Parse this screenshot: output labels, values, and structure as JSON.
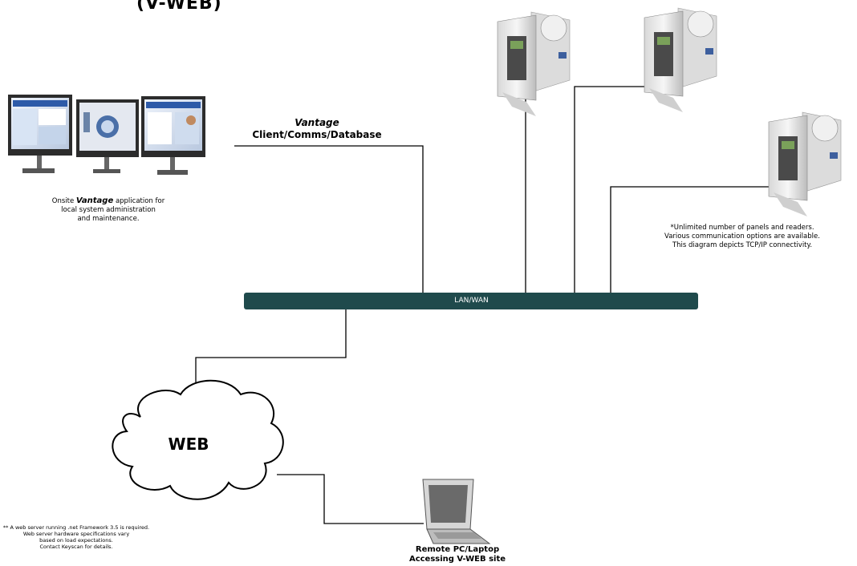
{
  "title": "(V-WEB)",
  "vantage_label": {
    "brand": "Vantage",
    "subtitle": "Client/Comms/Database"
  },
  "onsite_note": {
    "prefix": "Onsite",
    "brand": "Vantage",
    "line1_rest": "application for",
    "line2": "local system administration",
    "line3": "and maintenance."
  },
  "panels_note": {
    "line1": "*Unlimited number of panels and readers.",
    "line2": "Various communication options are available.",
    "line3": "This diagram depicts TCP/IP connectivity."
  },
  "lan_label": "LAN/WAN",
  "cloud_label": "WEB",
  "web_server_note": {
    "line1": "** A web server running .net Framework 3.5 is required.",
    "line2": "Web server hardware specifications vary",
    "line3": "based on load expectations.",
    "line4": "Contact Keyscan for details."
  },
  "remote_label": {
    "line1": "Remote PC/Laptop",
    "line2": "Accessing V-WEB site"
  },
  "colors": {
    "network_bar": "#1f4a4c",
    "lines": "#000000",
    "monitor_frame": "#3a3a3a"
  },
  "icons": [
    "monitor-icon",
    "access-panel-icon",
    "cloud-icon",
    "laptop-icon"
  ]
}
